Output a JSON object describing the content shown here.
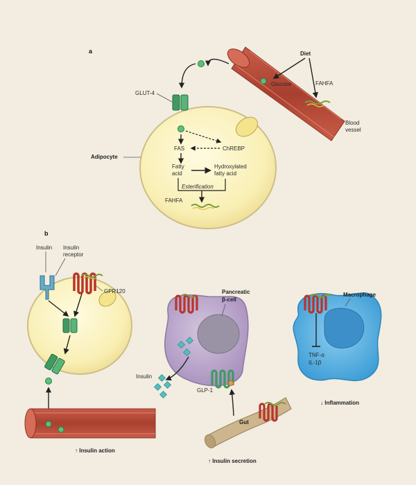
{
  "panel_a": {
    "letter": "a",
    "diet": "Diet",
    "glucose": "Glucose",
    "fahfa_vessel": "FAHFA",
    "blood": "Blood",
    "vessel": "vessel",
    "glut4": "GLUT-4",
    "adipocyte": "Adipocyte",
    "fas": "FAS",
    "chrebp": "ChREBP",
    "fatty": "Fatty",
    "acid": "acid",
    "hydroxylated": "Hydroxylated",
    "fatty_acid": "fatty acid",
    "esterification": "Esterification",
    "fahfa": "FAHFA"
  },
  "panel_b": {
    "letter": "b",
    "insulin": "Insulin",
    "insulin_r1": "Insulin",
    "insulin_r2": "receptor",
    "gpr120": "GPR120",
    "insulin_action": "↑ Insulin action",
    "pancreatic": "Pancreatic",
    "beta_cell": "β-cell",
    "insulin_out": "Insulin",
    "glp1": "GLP-1",
    "gut": "Gut",
    "insulin_secretion": "↑ Insulin secretion",
    "macrophage": "Macrophage",
    "tnf": "TNF-α",
    "il1b": "IL-1β",
    "inflammation": "↓ Inflammation"
  },
  "colors": {
    "background": "#f2ede0",
    "vessel": "#b64a3a",
    "adipocyte": "#fbf2bd",
    "glut4": "#3f9a62",
    "gpcr": "#b8342c",
    "fahfa": "#7a9e3a",
    "pancreatic_cell": "#bfaecd",
    "macrophage": "#63b4e2",
    "gut": "#cdb58d",
    "insulin_diamond": "#56bdc0"
  }
}
